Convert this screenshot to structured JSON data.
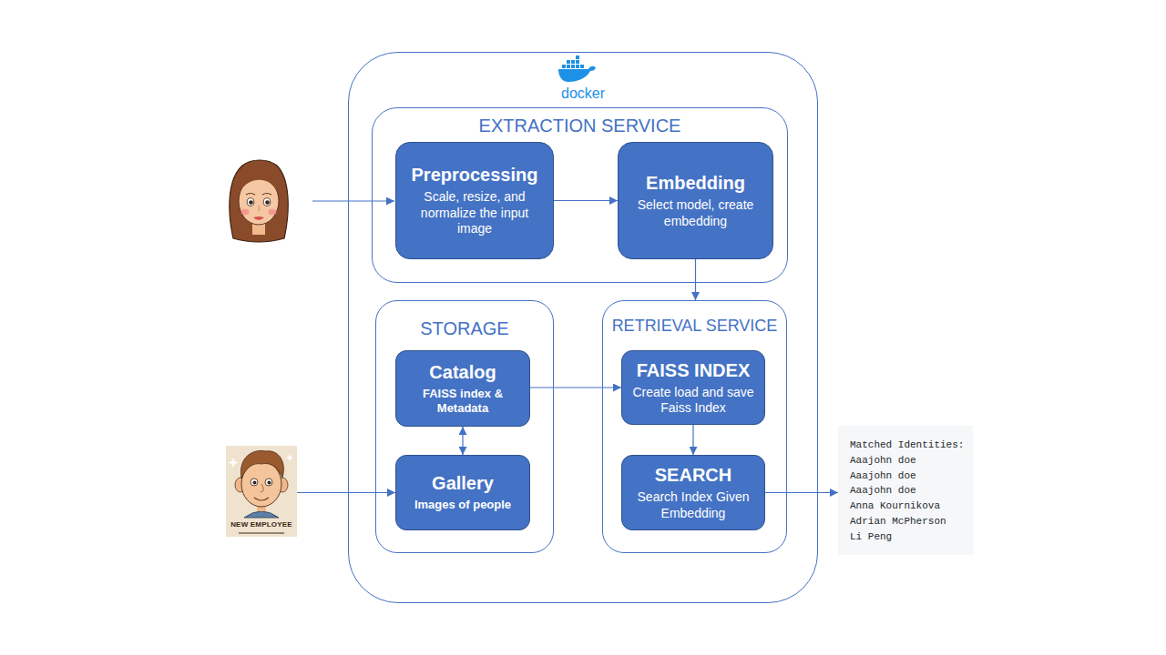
{
  "diagram": {
    "nodes": [
      {
        "text": [
          "docker"
        ]
      },
      {
        "text": [
          "EXTRACTION SERVICE"
        ],
        "in": 0
      },
      {
        "text": [
          "Preprocessing",
          "Scale, resize, and normalize the input image"
        ],
        "in": 1
      },
      {
        "text": [
          "Embedding",
          "Select model, create embedding"
        ],
        "in": 1
      },
      {
        "text": [
          "STORAGE"
        ],
        "in": 0
      },
      {
        "text": [
          "Catalog",
          "FAISS index & Metadata"
        ],
        "in": 4
      },
      {
        "text": [
          "Gallery",
          "Images of people"
        ],
        "in": 4
      },
      {
        "text": [
          "RETRIEVAL SERVICE"
        ],
        "in": 0
      },
      {
        "text": [
          "FAISS INDEX",
          "Create load and save Faiss Index"
        ],
        "in": 7
      },
      {
        "text": [
          "SEARCH",
          "Search Index Given Embedding"
        ],
        "in": 7
      },
      {
        "text": [
          "NEW EMPLOYEE"
        ]
      },
      {
        "text": [
          "Matched Identities:",
          "Aaajohn doe",
          "Aaajohn doe",
          "Aaajohn doe",
          "Anna Kournikova",
          "Adrian McPherson",
          "Li Peng"
        ]
      }
    ],
    "edges": [
      {
        "from": 2,
        "to": 3,
        "arrow": "to"
      },
      {
        "from": 3,
        "to": 7,
        "arrow": "to"
      },
      {
        "from": 5,
        "to": 6,
        "arrow": "both"
      },
      {
        "from": 5,
        "to": 8,
        "arrow": "to"
      },
      {
        "from": 8,
        "to": 9,
        "arrow": "to"
      },
      {
        "from": 10,
        "to": 6,
        "arrow": "to"
      },
      {
        "from": 9,
        "to": 11,
        "arrow": "to"
      }
    ]
  }
}
